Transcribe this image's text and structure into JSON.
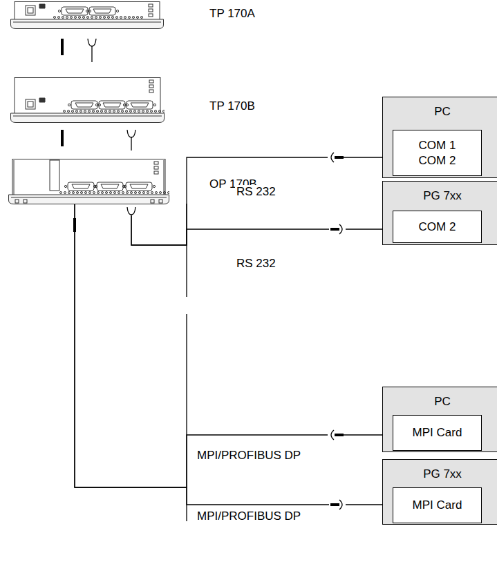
{
  "diagram": {
    "nodes": [
      {
        "text": [
          "TP 170A"
        ]
      },
      {
        "text": [
          "TP 170B"
        ]
      },
      {
        "text": [
          "OP 170B"
        ]
      },
      {
        "text": [
          "PC"
        ]
      },
      {
        "text": [
          "COM 1 COM 2"
        ],
        "in": 3
      },
      {
        "text": [
          "PG 7xx"
        ]
      },
      {
        "text": [
          "COM 2"
        ],
        "in": 5
      },
      {
        "text": [
          "PC"
        ]
      },
      {
        "text": [
          "MPI Card"
        ],
        "in": 7
      },
      {
        "text": [
          "PG 7xx"
        ]
      },
      {
        "text": [
          "MPI Card"
        ],
        "in": 9
      }
    ],
    "edges": [
      {
        "from": 2,
        "to": 4,
        "arrow": "none",
        "label": "RS 232"
      },
      {
        "from": 2,
        "to": 6,
        "arrow": "none",
        "label": "RS 232"
      },
      {
        "from": 2,
        "to": 8,
        "arrow": "none",
        "label": "MPI/PROFIBUS DP"
      },
      {
        "from": 2,
        "to": 10,
        "arrow": "none",
        "label": "MPI/PROFIBUS DP"
      }
    ]
  }
}
